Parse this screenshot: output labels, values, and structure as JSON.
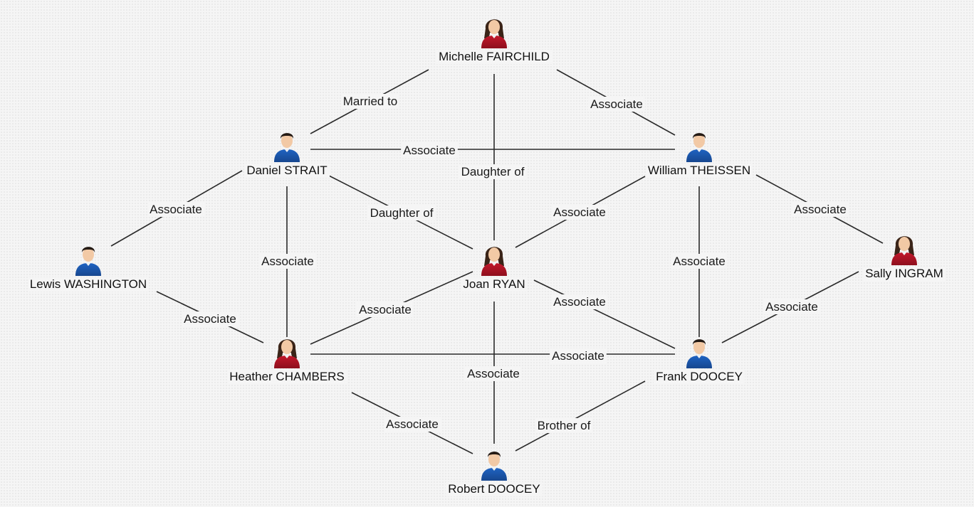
{
  "colors": {
    "male": "#1f63c2",
    "female": "#c2182b",
    "edge": "#2a2a2a"
  },
  "nodes": [
    {
      "id": "michelle",
      "name": "Michelle FAIRCHILD",
      "gender": "female",
      "icon": "female-person-icon"
    },
    {
      "id": "daniel",
      "name": "Daniel STRAIT",
      "gender": "male",
      "icon": "male-person-icon"
    },
    {
      "id": "william",
      "name": "William THEISSEN",
      "gender": "male",
      "icon": "male-person-icon"
    },
    {
      "id": "lewis",
      "name": "Lewis WASHINGTON",
      "gender": "male",
      "icon": "male-person-icon"
    },
    {
      "id": "joan",
      "name": "Joan RYAN",
      "gender": "female",
      "icon": "female-person-icon"
    },
    {
      "id": "sally",
      "name": "Sally INGRAM",
      "gender": "female",
      "icon": "female-person-icon"
    },
    {
      "id": "heather",
      "name": "Heather CHAMBERS",
      "gender": "female",
      "icon": "female-person-icon"
    },
    {
      "id": "frank",
      "name": "Frank DOOCEY",
      "gender": "male",
      "icon": "male-person-icon"
    },
    {
      "id": "robert",
      "name": "Robert DOOCEY",
      "gender": "male",
      "icon": "male-person-icon"
    }
  ],
  "edges": [
    {
      "from": "michelle",
      "to": "daniel",
      "label": "Married to"
    },
    {
      "from": "michelle",
      "to": "william",
      "label": "Associate"
    },
    {
      "from": "michelle",
      "to": "joan",
      "label": "Daughter of"
    },
    {
      "from": "daniel",
      "to": "william",
      "label": "Associate"
    },
    {
      "from": "daniel",
      "to": "lewis",
      "label": "Associate"
    },
    {
      "from": "daniel",
      "to": "joan",
      "label": "Daughter of"
    },
    {
      "from": "daniel",
      "to": "heather",
      "label": "Associate"
    },
    {
      "from": "william",
      "to": "joan",
      "label": "Associate"
    },
    {
      "from": "william",
      "to": "sally",
      "label": "Associate"
    },
    {
      "from": "william",
      "to": "frank",
      "label": "Associate"
    },
    {
      "from": "lewis",
      "to": "heather",
      "label": "Associate"
    },
    {
      "from": "joan",
      "to": "heather",
      "label": "Associate"
    },
    {
      "from": "joan",
      "to": "frank",
      "label": "Associate"
    },
    {
      "from": "joan",
      "to": "robert",
      "label": "Associate"
    },
    {
      "from": "sally",
      "to": "frank",
      "label": "Associate"
    },
    {
      "from": "heather",
      "to": "frank",
      "label": "Associate"
    },
    {
      "from": "heather",
      "to": "robert",
      "label": "Associate"
    },
    {
      "from": "frank",
      "to": "robert",
      "label": "Brother of"
    }
  ]
}
